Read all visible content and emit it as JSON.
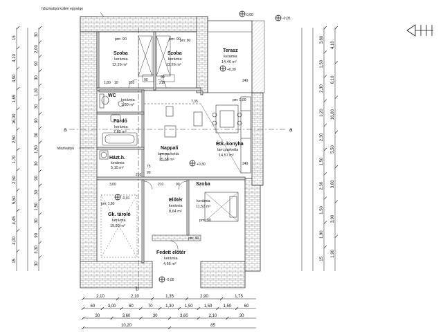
{
  "labels": {
    "heatpump_outdoor": "hőszivattyú kültéri egysége",
    "heatpump": "hőszivattyú",
    "level_ne": "-0,05",
    "level_terrace": "+0,30",
    "level_living": "+0,30",
    "level_storage": "-0,01",
    "level_south": "-0,00",
    "section_a": "a",
    "section_b": "b",
    "level_top": "0,00"
  },
  "rooms": [
    {
      "name": "Szoba",
      "finish": "kerámia",
      "area": "12,26 m²",
      "pm": "pm: 90"
    },
    {
      "name": "Szoba",
      "finish": "kerámia",
      "area": "12,26 m²",
      "pm": "pm: 90"
    },
    {
      "name": "Terasz",
      "finish": "kerámia",
      "area": "14,46 m²",
      "pm": ""
    },
    {
      "name": "WC",
      "finish": "kerámia",
      "area": "1,80 m²",
      "pm": ""
    },
    {
      "name": "Fürdő",
      "finish": "kerámia",
      "area": "7,80 m²",
      "pm": ""
    },
    {
      "name": "Nappali",
      "finish": "lam.parketta",
      "area": "25,68 m²",
      "pm": ""
    },
    {
      "name": "Étk.-konyha",
      "finish": "lam.parketta",
      "area": "14,57 m²",
      "pm": ""
    },
    {
      "name": "Házt.h.",
      "finish": "kerámia",
      "area": "5,10 m²",
      "pm": ""
    },
    {
      "name": "Gk. tároló",
      "finish": "kerámia",
      "area": "19,80 m²",
      "pm": ""
    },
    {
      "name": "Előtér",
      "finish": "kerámia",
      "area": "8,64 m²",
      "pm": ""
    },
    {
      "name": "Szoba",
      "finish": "kerámia",
      "area": "11,52 m²",
      "pm": "pm: 90"
    },
    {
      "name": "Fedett előtér",
      "finish": "kerámia",
      "area": "4,66 m²",
      "pm": ""
    },
    {
      "name": "",
      "finish": "",
      "area": "",
      "pm": ""
    }
  ],
  "internal_dims": [
    "1,80",
    "10",
    "210",
    "90",
    "210",
    "90",
    "7,35",
    "240",
    "3,00",
    "210",
    "75",
    "90",
    "240",
    "90",
    "210",
    "pm: 0,00",
    "pm: 90",
    "pm: 90",
    "pm: 1,80"
  ],
  "dims_left_outer": [
    "15",
    "4,10",
    "4,90",
    "1,65",
    "16,00",
    "2,50",
    "1,70",
    "2,50",
    "5,50",
    "4,45",
    "4,00",
    "15"
  ],
  "dims_left_inner": [
    "30",
    "2,00",
    "90",
    "30",
    "1,30",
    "30",
    "90",
    "30",
    "1,50",
    "30",
    "90",
    "30",
    "1,50",
    "30",
    "90",
    "3,30",
    "30"
  ],
  "dims_right_inner": [
    "3,80",
    "1,50",
    "2,30",
    "1,20",
    "2,30",
    "1,50",
    "2,30",
    "1,50",
    "1,90",
    "15"
  ],
  "dims_right_outer": [
    "4,10",
    "6,10",
    "16,00",
    "5,50",
    "3,60",
    "3,90",
    "1,90"
  ],
  "dims_bottom_1": [
    "2,10",
    "2,10",
    "1,35",
    "2,90",
    "1,75"
  ],
  "dims_bottom_2": [
    "60",
    "3,00",
    "60",
    "70",
    "1,30",
    "1,50",
    "1,50",
    "1,50",
    "60"
  ],
  "dims_bottom_3": [
    "30",
    "3,60",
    "30",
    "3,60",
    "2,10",
    "30"
  ],
  "dims_bottom_total": [
    "10,20",
    "85"
  ]
}
